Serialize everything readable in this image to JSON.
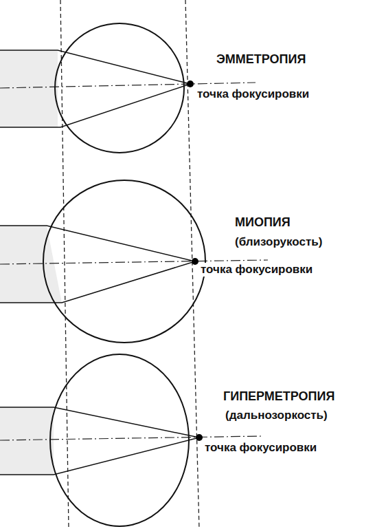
{
  "diagram": {
    "labels": [
      "ЭММЕТРОПИЯ",
      "точка фокусировки",
      "МИОПИЯ",
      "(близорукость)",
      "точка фокусировки",
      "ГИПЕРМЕТРОПИЯ",
      "(дальнозоркость)",
      "точка фокусировки"
    ]
  }
}
